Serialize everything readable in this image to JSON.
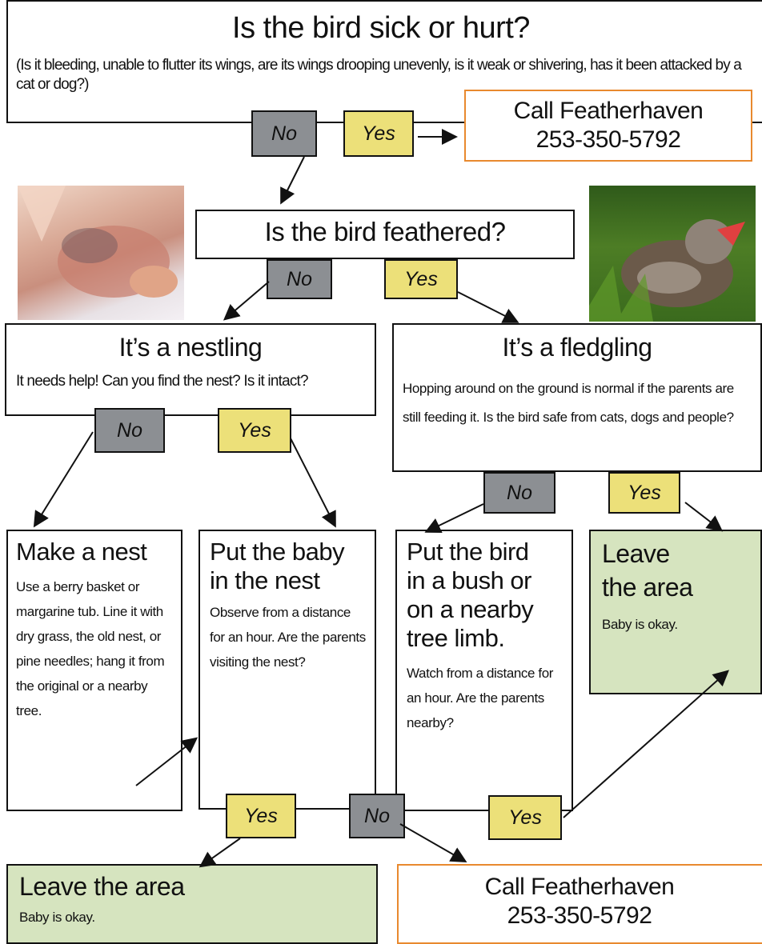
{
  "q1": {
    "title": "Is the bird sick or hurt?",
    "note": "(Is it bleeding, unable to flutter its wings, are its wings drooping unevenly, is it weak or shivering, has it been attacked by a cat or dog?)"
  },
  "call_top": {
    "line1": "Call Featherhaven",
    "line2": "253-350-5792"
  },
  "q2": {
    "title": "Is the bird feathered?"
  },
  "nestling": {
    "title": "It’s a nestling",
    "text": "It needs help! Can you find the nest? Is it intact?"
  },
  "fledgling": {
    "title": "It’s a fledgling",
    "text": "Hopping around on the ground is normal if the parents are still feeding it. Is the bird safe from cats, dogs and people?"
  },
  "make_nest": {
    "title": "Make a nest",
    "text": "Use a berry basket or margarine tub. Line it with dry grass, the old nest, or pine needles; hang it from the original or a nearby tree."
  },
  "put_baby": {
    "title_line1": "Put the baby",
    "title_line2": "in the nest",
    "text": "Observe from a distance for an hour. Are the parents visiting the nest?"
  },
  "put_bird": {
    "title_lines": [
      "Put the bird",
      "in a bush or",
      "on a nearby",
      "tree limb."
    ],
    "text": "Watch from a distance for an hour. Are the parents nearby?"
  },
  "leave_right": {
    "title_line1": "Leave",
    "title_line2": "the area",
    "text": "Baby is okay."
  },
  "leave_bottom": {
    "title": "Leave the area",
    "text": "Baby is okay."
  },
  "call_bottom": {
    "line1": "Call Featherhaven",
    "line2": "253-350-5792"
  },
  "labels": {
    "no": "No",
    "yes": "Yes"
  },
  "colors": {
    "no_fill": "#8c8f93",
    "yes_fill": "#ece079",
    "leave_fill": "#d6e4bf",
    "call_border": "#e8892e"
  }
}
